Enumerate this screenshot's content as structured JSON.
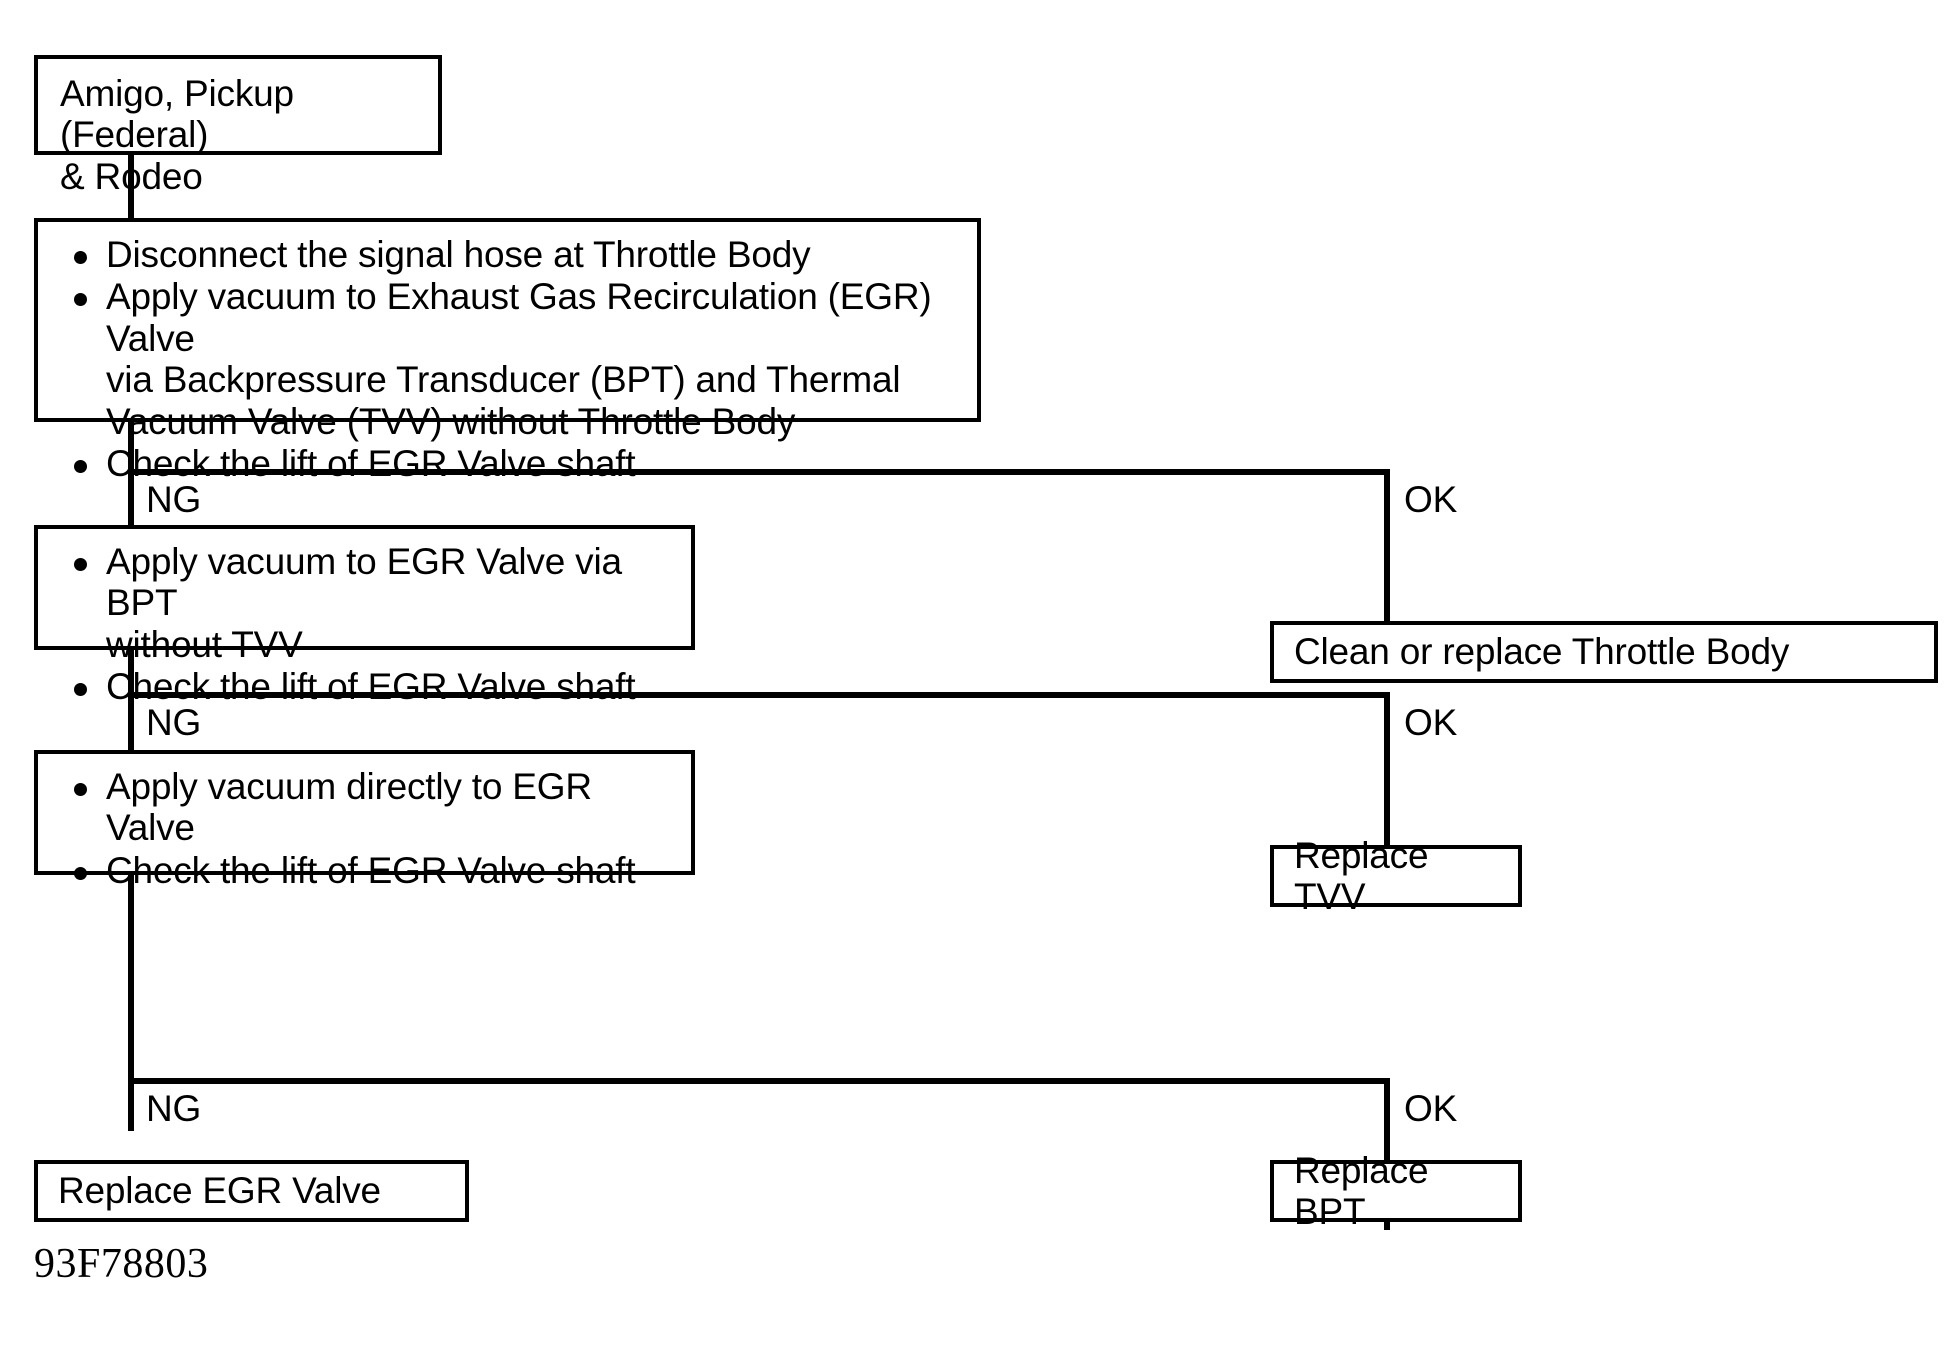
{
  "diagram": {
    "figure_code": "93F78803",
    "line_color": "#000000",
    "background_color": "#ffffff",
    "nodes": {
      "start": {
        "text": "Amigo, Pickup (Federal)\n& Rodeo"
      },
      "step1": {
        "bullets": [
          "Disconnect the signal hose at Throttle Body",
          "Apply vacuum to Exhaust Gas Recirculation (EGR) Valve\nvia Backpressure Transducer (BPT) and Thermal\nVacuum Valve (TVV) without Throttle Body",
          "Check the lift of EGR Valve shaft"
        ]
      },
      "step2": {
        "bullets": [
          "Apply vacuum to EGR Valve via BPT\nwithout TVV",
          "Check the lift of EGR Valve shaft"
        ]
      },
      "step3": {
        "bullets": [
          "Apply vacuum directly to EGR Valve",
          "Check the lift of EGR Valve shaft"
        ]
      },
      "result_throttle_body": {
        "text": "Clean or replace Throttle Body"
      },
      "result_tvv": {
        "text": "Replace TVV"
      },
      "result_bpt": {
        "text": "Replace BPT"
      },
      "result_egr": {
        "text": "Replace EGR Valve"
      }
    },
    "branches": [
      {
        "ng": "NG",
        "ok": "OK"
      },
      {
        "ng": "NG",
        "ok": "OK"
      },
      {
        "ng": "NG",
        "ok": "OK"
      }
    ]
  }
}
